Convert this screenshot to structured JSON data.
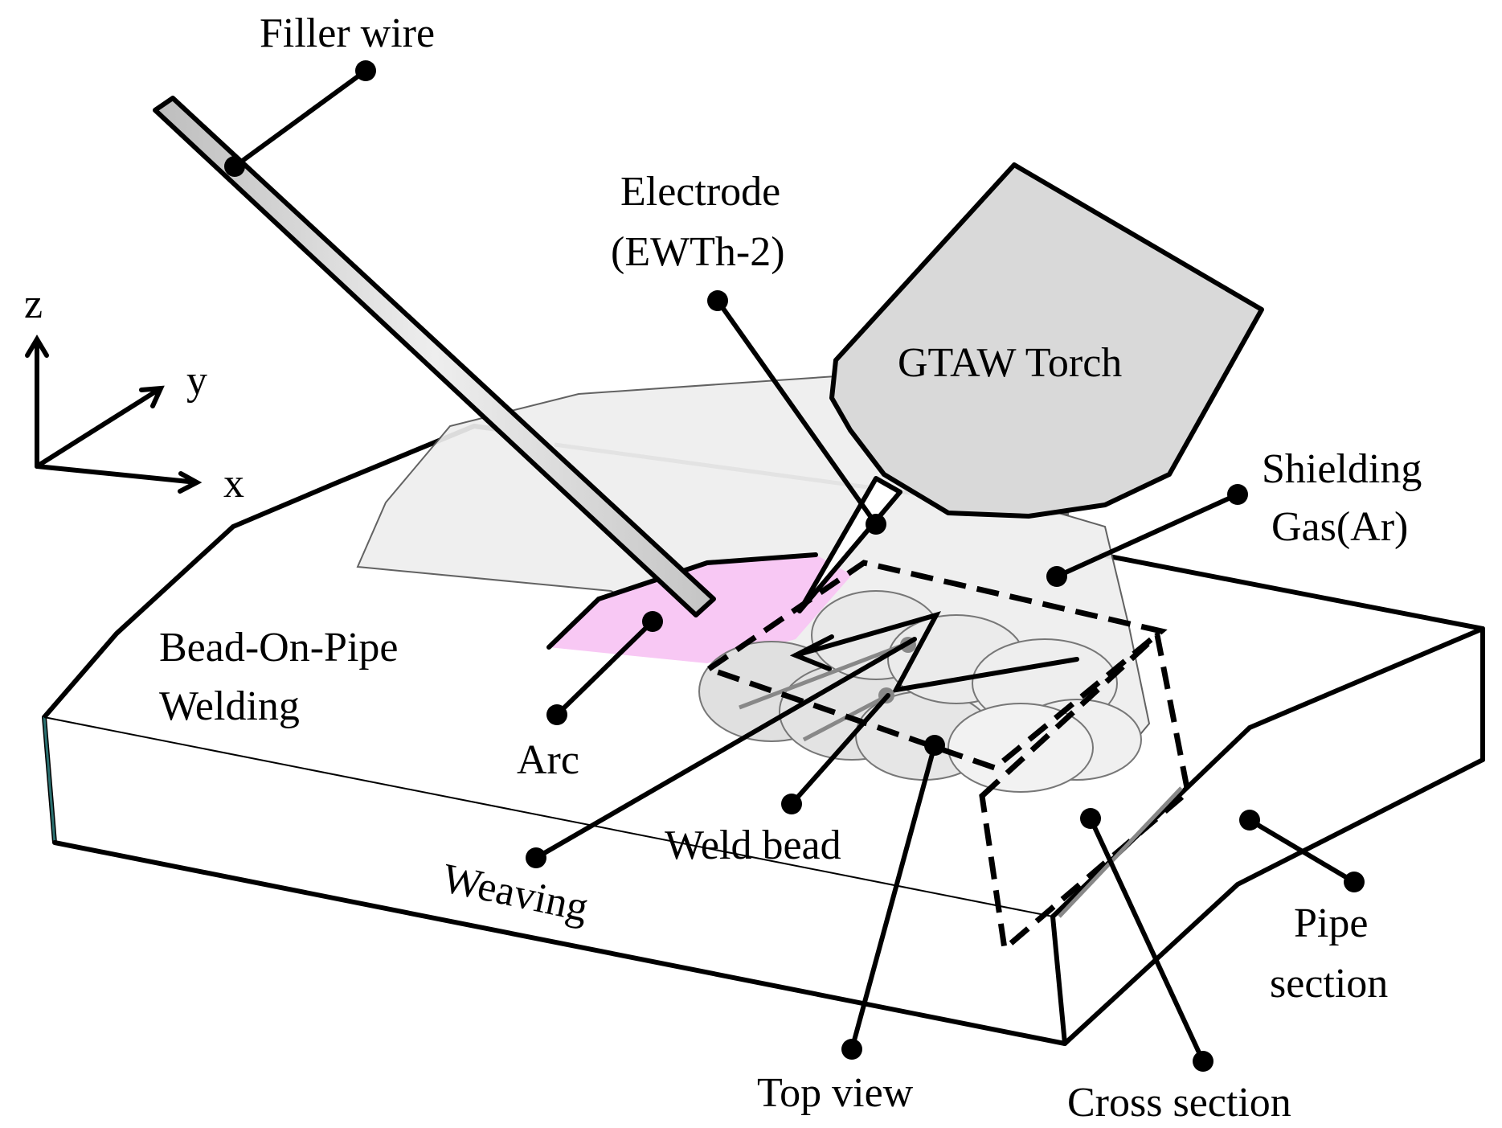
{
  "labels": {
    "filler_wire": "Filler wire",
    "electrode_line1": "Electrode",
    "electrode_line2": "(EWTh-2)",
    "gtaw_torch": "GTAW Torch",
    "shielding_gas_line1": "Shielding",
    "shielding_gas_line2": "Gas(Ar)",
    "bead_on_pipe_line1": "Bead-On-Pipe",
    "bead_on_pipe_line2": "Welding",
    "arc": "Arc",
    "weld_bead": "Weld bead",
    "weaving": "Weaving",
    "top_view": "Top view",
    "cross_section": "Cross section",
    "pipe_section_line1": "Pipe",
    "pipe_section_line2": "section"
  },
  "axes": {
    "z": "z",
    "y": "y",
    "x": "x"
  },
  "colors": {
    "arc_fill": "#f8c8f4",
    "torch_fill": "#d9d9d9",
    "gas_fill": "#eeeeee",
    "pipe_fill": "#ffffff",
    "bead_fill": "#e6e6e6"
  }
}
